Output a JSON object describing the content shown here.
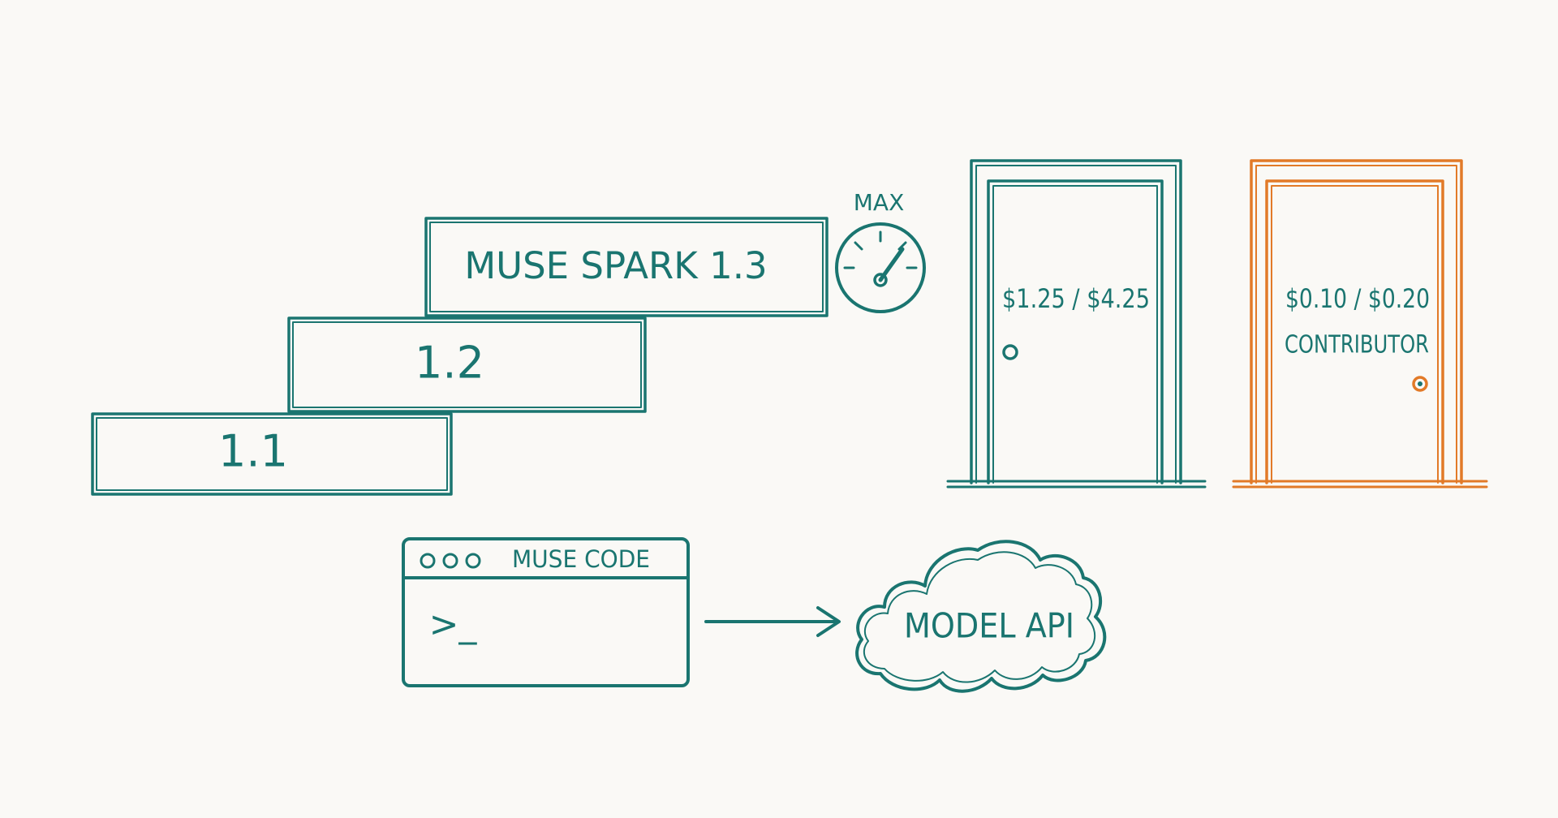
{
  "steps": {
    "step_1": "1.1",
    "step_2": "1.2",
    "step_3": "MUSE SPARK 1.3"
  },
  "gauge": {
    "label": "MAX"
  },
  "doors": {
    "teal_door": {
      "price": "$1.25 / $4.25",
      "color": "#1a7570"
    },
    "orange_door": {
      "price": "$0.10 / $0.20",
      "label": "CONTRIBUTOR",
      "color": "#e27a28"
    }
  },
  "terminal": {
    "title": "MUSE CODE",
    "prompt": ">_"
  },
  "cloud": {
    "label": "MODEL API"
  },
  "colors": {
    "ink": "#1a7570",
    "accent": "#e27a28",
    "background": "#faf9f6"
  }
}
